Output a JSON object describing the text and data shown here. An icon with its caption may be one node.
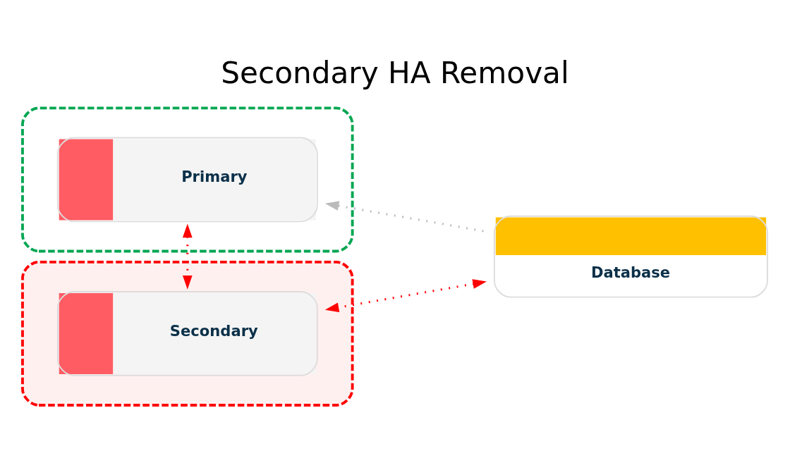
{
  "diagram": {
    "title": "Secondary HA Removal",
    "nodes": [
      {
        "text": [],
        "shape": "box"
      },
      {
        "text": [
          "Primary"
        ],
        "in": 0
      },
      {
        "text": [],
        "shape": "box"
      },
      {
        "text": [
          "Secondary"
        ],
        "in": 2
      },
      {
        "text": [
          "Database"
        ]
      }
    ],
    "edges": [
      {
        "from": 1,
        "to": 3,
        "arrow": "both",
        "style": "dashed",
        "color": "#ff0000"
      },
      {
        "from": 4,
        "to": 1,
        "arrow": "to",
        "style": "dashed",
        "color": "#bbbbbb"
      },
      {
        "from": 4,
        "to": 3,
        "arrow": "both",
        "style": "dashed",
        "color": "#ff0000"
      }
    ]
  }
}
